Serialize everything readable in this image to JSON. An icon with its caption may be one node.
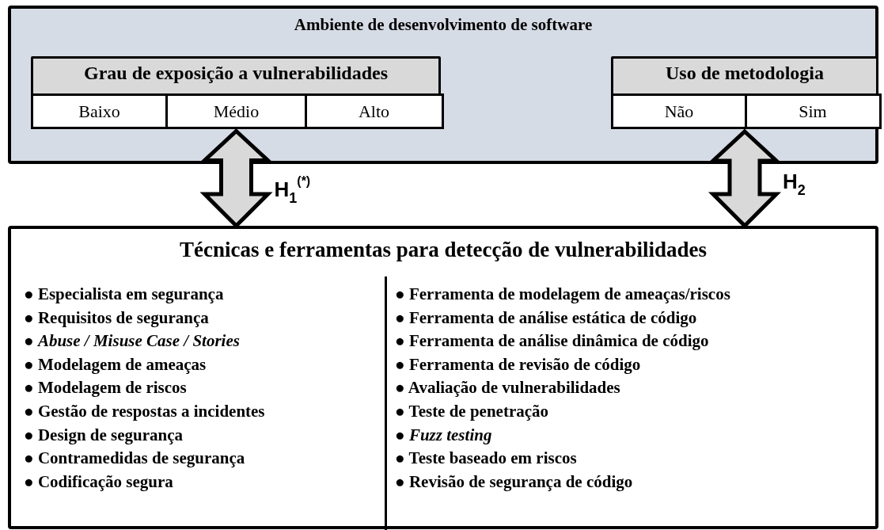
{
  "diagram": {
    "nodes": [
      {
        "text": [
          "Ambiente de desenvolvimento de software"
        ]
      },
      {
        "text": [
          "Grau de exposição a vulnerabilidades"
        ],
        "in": 0
      },
      {
        "text": [
          "Baixo"
        ],
        "in": 1
      },
      {
        "text": [
          "Médio"
        ],
        "in": 1
      },
      {
        "text": [
          "Alto"
        ],
        "in": 1
      },
      {
        "text": [
          "Uso de metodologia"
        ],
        "in": 0
      },
      {
        "text": [
          "Não"
        ],
        "in": 5
      },
      {
        "text": [
          "Sim"
        ],
        "in": 5
      },
      {
        "text": [
          "Técnicas e ferramentas para detecção de vulnerabilidades"
        ]
      },
      {
        "text": [
          "● Especialista em segurança",
          "● Requisitos de segurança",
          "● *Abuse / Misuse Case / Stories*",
          "● Modelagem de ameaças",
          "● Modelagem de riscos",
          "● Gestão de respostas a incidentes",
          "● Design de segurança",
          "● Contramedidas de segurança",
          "● Codificação segura"
        ],
        "in": 8
      },
      {
        "text": [
          "● Ferramenta de modelagem de ameaças/riscos",
          "● Ferramenta de análise estática de código",
          "● Ferramenta de análise dinâmica de código",
          "● Ferramenta de revisão de código",
          "● Avaliação de vulnerabilidades",
          "● Teste de penetração",
          "● *Fuzz testing*",
          "● Teste baseado em riscos",
          "● Revisão de segurança de código"
        ],
        "in": 8
      }
    ],
    "edges": [
      {
        "from": 3,
        "to": 8,
        "arrow": "both",
        "label": "H$_{1}$$^{(*)}$"
      },
      {
        "from": 5,
        "to": 8,
        "arrow": "both",
        "label": "H$_{2}$"
      }
    ]
  }
}
